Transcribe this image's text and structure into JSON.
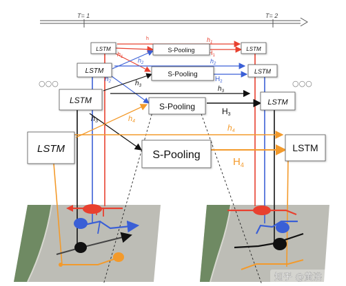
{
  "timeline": {
    "start_label": "T= 1",
    "end_label": "T= 2"
  },
  "ellipsis": {
    "left": "○○○",
    "right": "○○○"
  },
  "left_stack": [
    {
      "id": "lstm-l1",
      "label": "LSTM"
    },
    {
      "id": "lstm-l2",
      "label": "LSTM"
    },
    {
      "id": "lstm-l3",
      "label": "LSTM"
    },
    {
      "id": "lstm-l4",
      "label": "LSTM"
    }
  ],
  "right_stack": [
    {
      "id": "lstm-r1",
      "label": "LSTM"
    },
    {
      "id": "lstm-r2",
      "label": "LSTM"
    },
    {
      "id": "lstm-r3",
      "label": "LSTM"
    },
    {
      "id": "lstm-r4",
      "label": "LSTM"
    }
  ],
  "pooling": [
    {
      "id": "pool-1",
      "label": "S-Pooling"
    },
    {
      "id": "pool-2",
      "label": "S-Pooling"
    },
    {
      "id": "pool-3",
      "label": "S-Pooling"
    },
    {
      "id": "pool-4",
      "label": "S-Pooling"
    }
  ],
  "hidden_labels": {
    "h1_small": "h",
    "h1": "h",
    "h1_sub": "1",
    "h2": "h",
    "h2_sub": "2",
    "h3": "h",
    "h3_sub": "3",
    "h4": "h",
    "h4_sub": "4",
    "H1": "H",
    "H1_sub": "1",
    "H2": "H",
    "H2_sub": "2",
    "H3": "H",
    "H3_sub": "3",
    "H4": "H",
    "H4_sub": "4"
  },
  "watermark": "知乎 @黄浴",
  "colors": {
    "red": "#e8402f",
    "blue": "#3a5fd6",
    "black": "#111111",
    "orange": "#f39a2b",
    "map_green": "#6f8a63",
    "map_grey": "#bdbdb6"
  }
}
